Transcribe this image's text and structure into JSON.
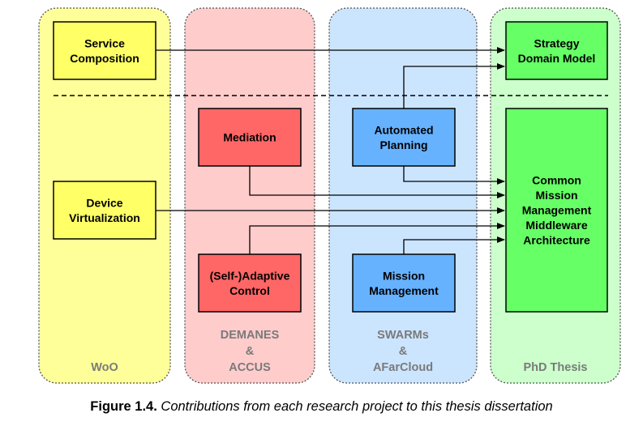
{
  "columns": [
    {
      "id": "woo",
      "label": [
        "WoO"
      ],
      "fill": "#ffff99"
    },
    {
      "id": "demanes",
      "label": [
        "DEMANES",
        "&",
        "ACCUS"
      ],
      "fill": "#ffcccc"
    },
    {
      "id": "swarms",
      "label": [
        "SWARMs",
        "&",
        "AFarCloud"
      ],
      "fill": "#cce5ff"
    },
    {
      "id": "phd",
      "label": [
        "PhD Thesis"
      ],
      "fill": "#ccffcc"
    }
  ],
  "boxes": [
    {
      "id": "service-composition",
      "lines": [
        "Service",
        "Composition"
      ],
      "fill": "#ffff66"
    },
    {
      "id": "device-virtualization",
      "lines": [
        "Device",
        "Virtualization"
      ],
      "fill": "#ffff66"
    },
    {
      "id": "mediation",
      "lines": [
        "Mediation"
      ],
      "fill": "#ff6666"
    },
    {
      "id": "self-adaptive-control",
      "lines": [
        "(Self-)Adaptive",
        "Control"
      ],
      "fill": "#ff6666"
    },
    {
      "id": "automated-planning",
      "lines": [
        "Automated",
        "Planning"
      ],
      "fill": "#66b2ff"
    },
    {
      "id": "mission-management",
      "lines": [
        "Mission",
        "Management"
      ],
      "fill": "#66b2ff"
    },
    {
      "id": "strategy-domain-model",
      "lines": [
        "Strategy",
        "Domain Model"
      ],
      "fill": "#66ff66"
    },
    {
      "id": "common-mission-management",
      "lines": [
        "Common",
        "Mission",
        "Management",
        "Middleware",
        "Architecture"
      ],
      "fill": "#66ff66"
    }
  ],
  "caption": {
    "label": "Figure 1.4.",
    "text": "Contributions from each research project to this thesis dissertation"
  }
}
